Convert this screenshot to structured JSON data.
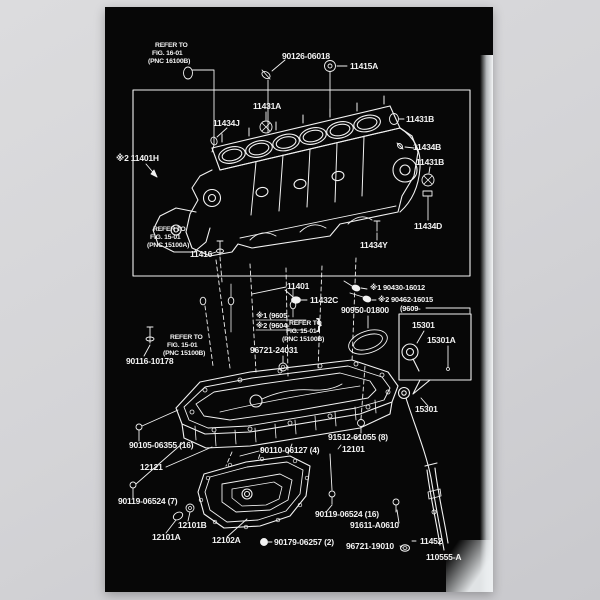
{
  "scene": {
    "wall_color": "#d4d4d7",
    "poster_background": "#070707",
    "ink_color": "#f2f2f2"
  },
  "diagram": {
    "refer_notes": [
      {
        "lines": [
          "REFER TO",
          "FIG. 16-01",
          "(PNC 16100B)"
        ]
      },
      {
        "lines": [
          "REFER TO",
          "FIG. 15-01",
          "(PNC 15100A)"
        ]
      },
      {
        "lines": [
          "REFER TO",
          "FIG. 15-01",
          "(PNC 15100B)"
        ]
      },
      {
        "lines": [
          "REFER TO",
          "FIG. 15-01",
          "(PNC 15100B)"
        ]
      }
    ],
    "parts": {
      "stud_bolt_top": "90126-06018",
      "p11415A": "11415A",
      "p11431A": "11431A",
      "p11434J": "11434J",
      "p11431B_upper": "11431B",
      "p11434B": "11434B",
      "p11431B_lower": "11431B",
      "p11401H": "※2 11401H",
      "p11416": "11416",
      "p11434D": "11434D",
      "p11434Y": "11434Y",
      "p11401": "11401",
      "p11432C": "11432C",
      "washer_note1": "※1 90430-16012",
      "washer_note2": "※2 90462-16015",
      "hole_plug": "90950-01800",
      "p15301_box_title": "15301",
      "p15301A": "15301A",
      "p15301": "15301",
      "bolt_90116": "90116-10178",
      "oring_96721_24031": "96721-24031",
      "bolt_90105": "90105-06355 (16)",
      "p12121": "12121",
      "bolt_90119_7": "90119-06524 (7)",
      "bolt_91512": "91512-61055 (8)",
      "bolt_90110": "90110-06127 (4)",
      "p12101": "12101",
      "bolt_90119_16": "90119-06524 (16)",
      "bolt_91611": "91611-A0610",
      "p12101B": "12101B",
      "p12101A": "12101A",
      "p12102A": "12102A",
      "bolt_90179": "90179-06257 (2)",
      "oring_96721_19010": "96721-19010",
      "p11452": "11452"
    },
    "date_notes": {
      "note1": "※1 (9605-",
      "note2": "※2 (9604-",
      "note3": "(9609-",
      "brace": "}"
    },
    "figure_code": "110555-A"
  }
}
